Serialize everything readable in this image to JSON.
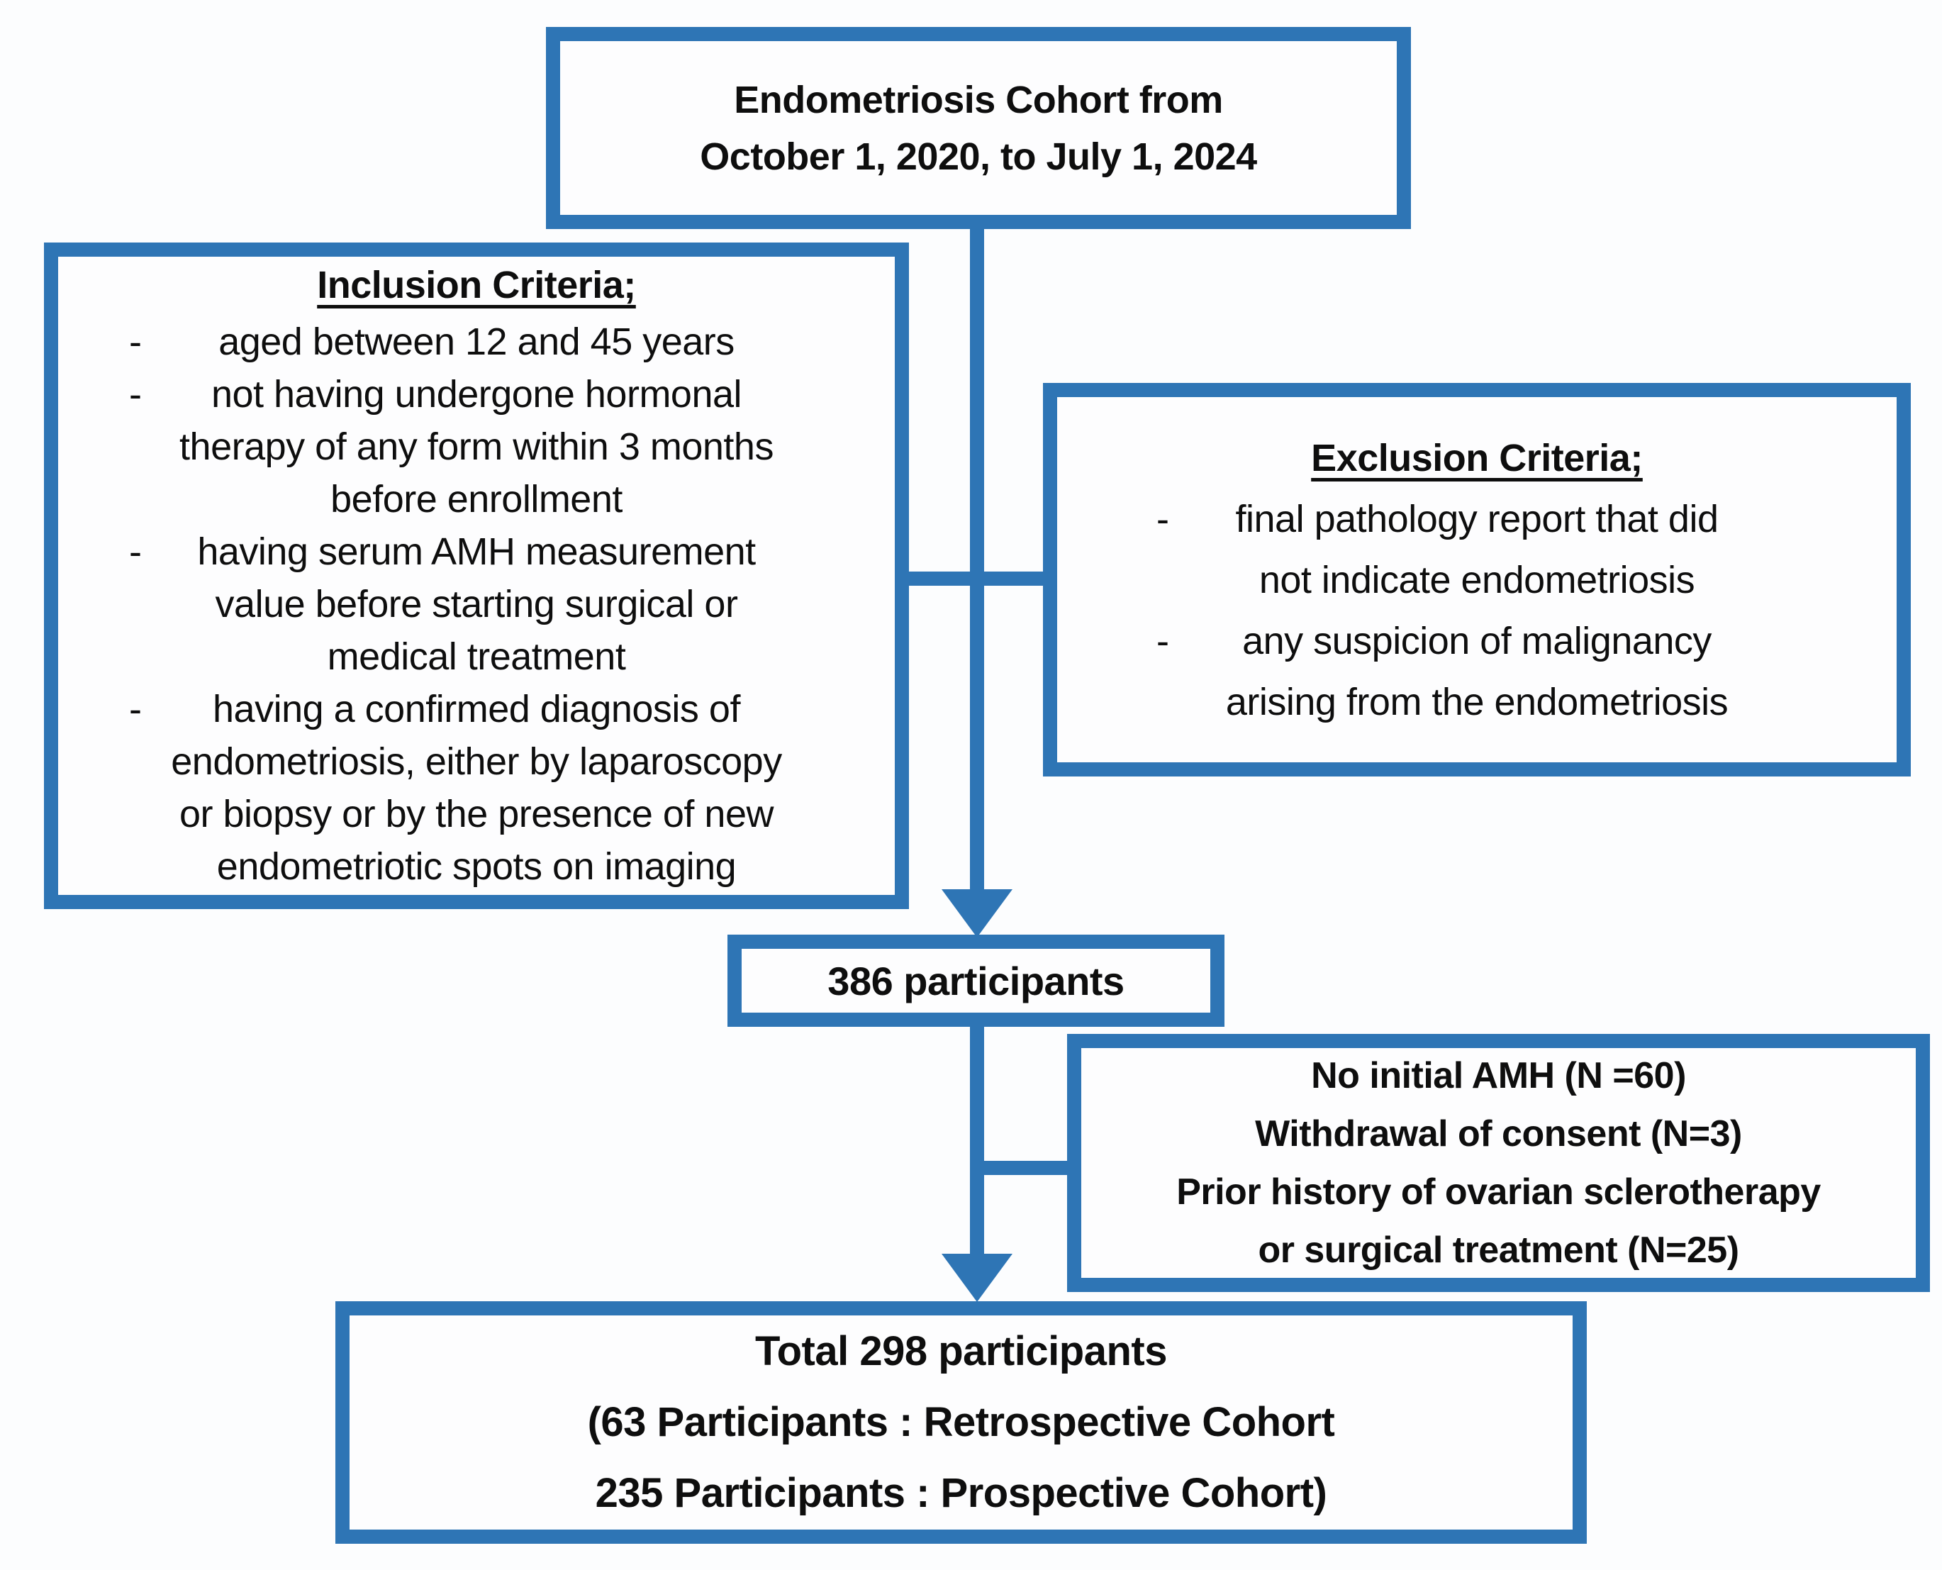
{
  "palette": {
    "accent_blue": "#2e75b5",
    "text": "#0e0e0e",
    "box_fill": "#fdfdfe",
    "page_bg": "#fcfdfe"
  },
  "top_box": {
    "lines": [
      "Endometriosis Cohort from",
      "October 1, 2020, to July 1, 2024"
    ]
  },
  "inclusion_box": {
    "title": "Inclusion Criteria;",
    "bullet": "-",
    "items": [
      [
        "aged between 12 and 45 years"
      ],
      [
        "not having undergone hormonal",
        "therapy of any form within 3 months",
        "before enrollment"
      ],
      [
        "having serum AMH measurement",
        "value before starting surgical or",
        "medical treatment"
      ],
      [
        "having a confirmed diagnosis of",
        "endometriosis, either by laparoscopy",
        "or biopsy or by the presence of new",
        "endometriotic spots on imaging"
      ]
    ]
  },
  "exclusion_box": {
    "title": "Exclusion Criteria;",
    "bullet": "-",
    "items": [
      [
        "final pathology report that did",
        "not indicate endometriosis"
      ],
      [
        "any suspicion of malignancy",
        "arising from the endometriosis"
      ]
    ]
  },
  "participants_box": {
    "label": "386 participants"
  },
  "removed_box": {
    "lines": [
      "No initial AMH (N =60)",
      "Withdrawal of consent (N=3)",
      "Prior history of ovarian sclerotherapy",
      "or surgical treatment (N=25)"
    ]
  },
  "total_box": {
    "lines": [
      "Total 298 participants",
      "(63 Participants : Retrospective Cohort",
      "235 Participants : Prospective Cohort)"
    ]
  }
}
